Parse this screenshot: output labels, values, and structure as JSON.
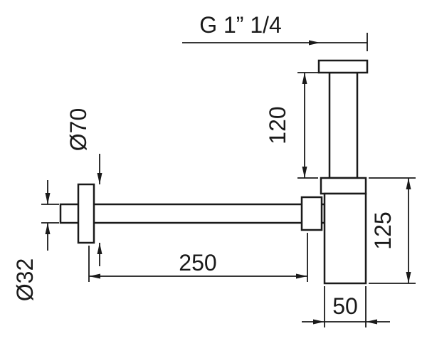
{
  "drawing": {
    "labels": {
      "thread_size": "G 1”  1/4",
      "inlet_pipe_height": "120",
      "flange_diameter": "Ø70",
      "pipe_diameter": "Ø32",
      "pipe_length": "250",
      "body_height": "125",
      "body_width": "50"
    },
    "colors": {
      "line": "#1a1a1a",
      "background": "#ffffff"
    }
  }
}
